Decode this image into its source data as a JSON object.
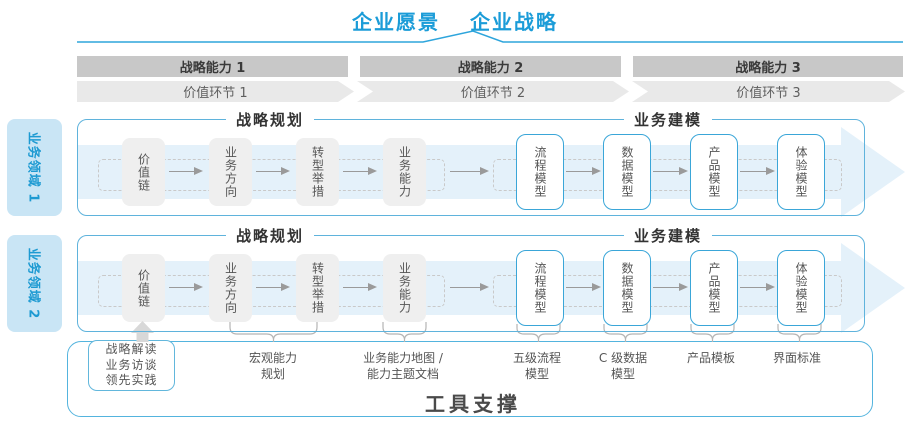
{
  "header": {
    "vision": "企业愿景",
    "strategy": "企业战略"
  },
  "capabilities": [
    {
      "label": "战略能力 1"
    },
    {
      "label": "战略能力 2"
    },
    {
      "label": "战略能力 3"
    }
  ],
  "value_links": [
    {
      "label": "价值环节 1"
    },
    {
      "label": "价值环节 2"
    },
    {
      "label": "价值环节 3"
    }
  ],
  "domains": [
    {
      "label": "业务领域 1"
    },
    {
      "label": "业务领域 2"
    }
  ],
  "flow": {
    "planning_header": "战略规划",
    "modeling_header": "业务建模",
    "planning_boxes": [
      {
        "label": "价值链"
      },
      {
        "label": "业务方向"
      },
      {
        "label": "转型举措"
      },
      {
        "label": "业务能力"
      }
    ],
    "modeling_boxes": [
      {
        "label": "流程模型"
      },
      {
        "label": "数据模型"
      },
      {
        "label": "产品模型"
      },
      {
        "label": "体验模型"
      }
    ]
  },
  "annotations": {
    "sources": {
      "lines": [
        "战略解读",
        "业务访谈",
        "领先实践"
      ]
    },
    "macro_capability": {
      "lines": [
        "宏观能力",
        "规划"
      ]
    },
    "capability_map": {
      "lines": [
        "业务能力地图 /",
        "能力主题文档"
      ]
    },
    "process_model": {
      "lines": [
        "五级流程",
        "模型"
      ]
    },
    "data_model": {
      "lines": [
        "C 级数据",
        "模型"
      ]
    },
    "product_template": {
      "lines": [
        "产品模板"
      ]
    },
    "ui_standard": {
      "lines": [
        "界面标准"
      ]
    }
  },
  "tool_support": {
    "label": "工具支撑"
  },
  "colors": {
    "accent_blue": "#1b9cd8",
    "border_blue": "#5fb3dc",
    "box_border_blue": "#3aa6d8",
    "band_blue": "#e4f1fa",
    "domain_fill": "#c9e5f5",
    "bar_gray": "#c8c8c8",
    "chevron_gray": "#e9e9e9",
    "box_gray": "#efefef",
    "arrow_gray": "#9a9a9a"
  }
}
